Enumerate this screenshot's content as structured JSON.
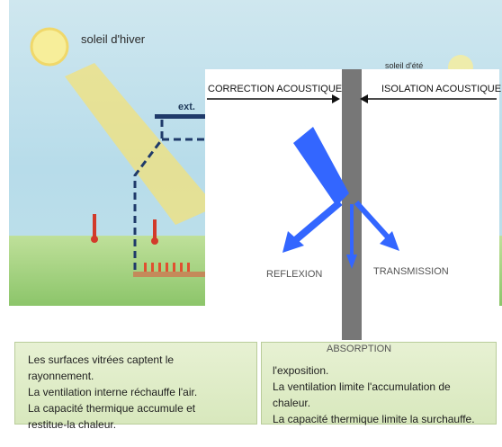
{
  "background": {
    "sun_label": "soleil d'hiver",
    "ext_label": "ext.",
    "cut_label": "soleil d'été"
  },
  "panels": {
    "left": [
      "Les surfaces vitrées captent le",
      "rayonnement.",
      "La ventilation interne réchauffe l'air.",
      "La capacité thermique accumule et",
      "restitue-la chaleur."
    ],
    "right": [
      "l'exposition.",
      "La ventilation limite l'accumulation de",
      "chaleur.",
      "La capacité thermique limite la surchauffe."
    ]
  },
  "overlay": {
    "correction": "CORRECTION ACOUSTIQUE",
    "isolation": "ISOLATION ACOUSTIQUE",
    "reflexion": "REFLEXION",
    "transmission": "TRANSMISSION",
    "absorption": "ABSORPTION"
  },
  "colors": {
    "arrow_blue": "#3366ff",
    "wall_gray": "#777777",
    "sun_yellow": "#f3e27a"
  }
}
